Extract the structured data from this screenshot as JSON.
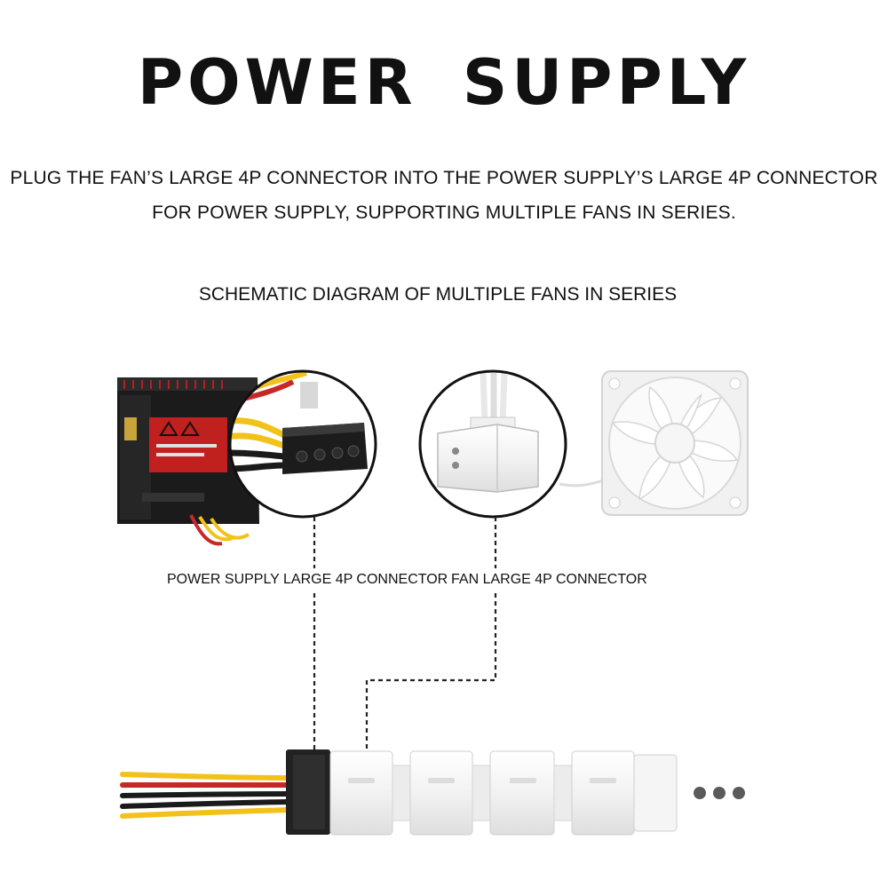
{
  "header": {
    "title": "POWER SUPPLY",
    "description_line1": "PLUG THE FAN’S LARGE 4P CONNECTOR INTO THE POWER SUPPLY’S LARGE 4P CONNECTOR",
    "description_line2": "FOR POWER SUPPLY, SUPPORTING MULTIPLE FANS IN SERIES.",
    "subtitle": "SCHEMATIC DIAGRAM OF MULTIPLE FANS IN SERIES"
  },
  "labels": {
    "psu_connector": "POWER SUPPLY LARGE 4P CONNECTOR",
    "fan_connector": "FAN LARGE 4P CONNECTOR"
  },
  "icons": [
    "power-supply-unit-icon",
    "psu-connector-zoom-icon",
    "fan-connector-zoom-icon",
    "white-fan-icon",
    "connector-chain-icon",
    "ellipsis-icon"
  ],
  "colors": {
    "text": "#111111",
    "psu_body": "#1a1a1a",
    "psu_accent": "#c0201e",
    "wire_yellow": "#f2c21b",
    "wire_red": "#c62828",
    "connector_white": "#f4f4f4",
    "ellipsis": "#5a5a5a"
  }
}
